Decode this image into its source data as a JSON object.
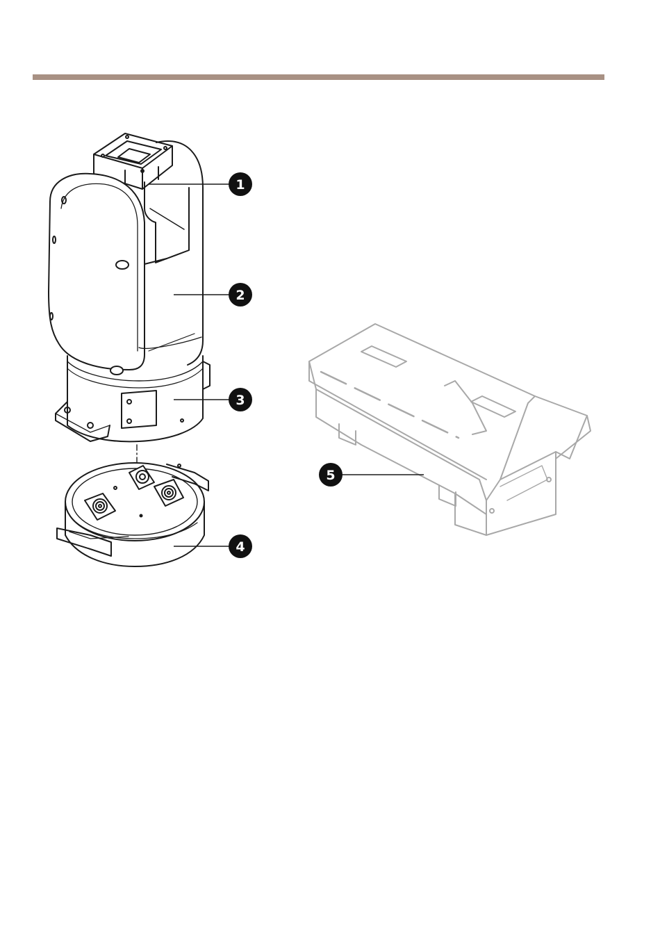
{
  "header": {
    "rule_color": "#a89184"
  },
  "callouts": [
    {
      "id": "1",
      "label": "1"
    },
    {
      "id": "2",
      "label": "2"
    },
    {
      "id": "3",
      "label": "3"
    },
    {
      "id": "4",
      "label": "4"
    },
    {
      "id": "5",
      "label": "5"
    }
  ]
}
